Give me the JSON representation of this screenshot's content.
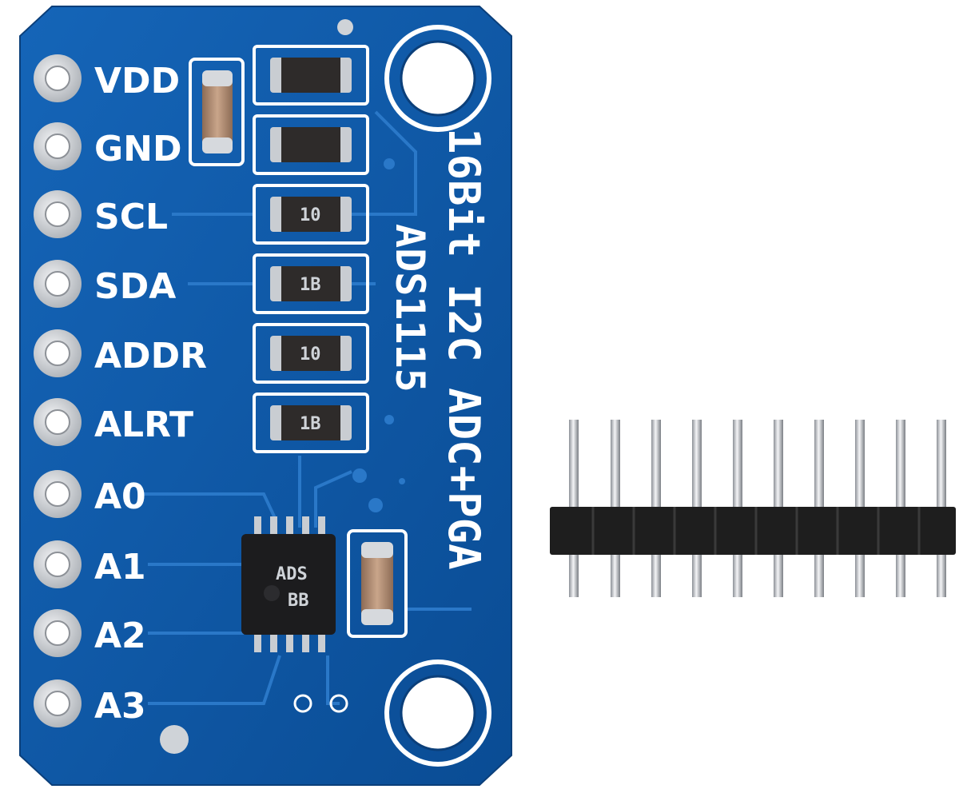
{
  "board": {
    "pins": [
      "VDD",
      "GND",
      "SCL",
      "SDA",
      "ADDR",
      "ALRT",
      "A0",
      "A1",
      "A2",
      "A3"
    ],
    "side_line_1": "16Bit I2C ADC+PGA",
    "side_line_2": "ADS1115",
    "chip_mark_1": "ADS",
    "chip_mark_2": "BB",
    "resistor_marks": [
      "10",
      "1B",
      "10",
      "1B"
    ],
    "colors": {
      "pcb": "#0e5aa8",
      "silkscreen": "#ffffff",
      "pad": "#c9cdd2",
      "header_plastic": "#1e1e1e"
    }
  },
  "header": {
    "pin_count": 10
  }
}
